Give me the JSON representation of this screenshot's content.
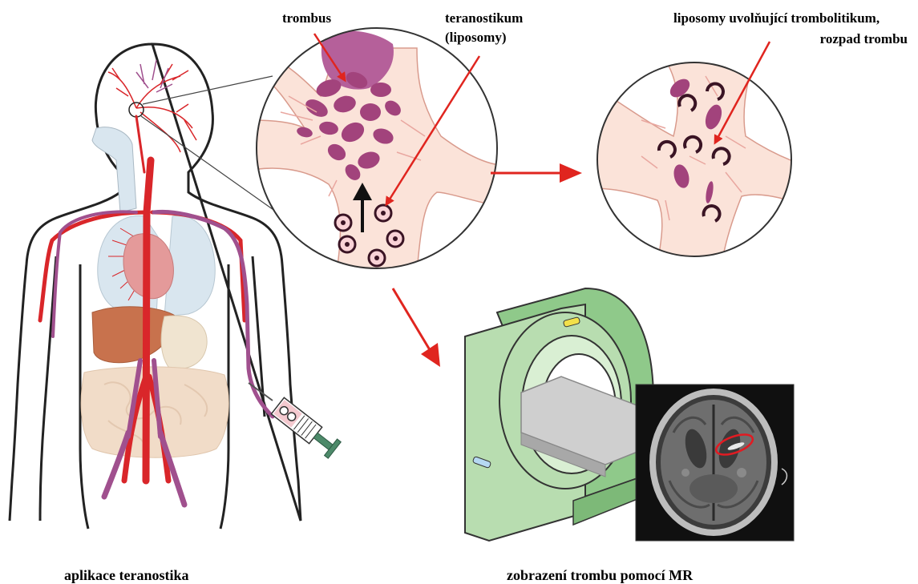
{
  "labels": {
    "trombus": "trombus",
    "teranostikum_line1": "teranostikum",
    "teranostikum_line2": "(liposomy)",
    "release_line1": "liposomy uvolňující trombolitikum,",
    "release_line2": "rozpad trombu",
    "left_caption": "aplikace teranostika",
    "right_caption": "zobrazení trombu pomocí MR"
  },
  "colors": {
    "arrow": "#e0251f",
    "artery": "#d9262a",
    "vein": "#a0508e",
    "lung": "#d9e6ef",
    "heart": "#e49a9a",
    "liver": "#c8724d",
    "intestine": "#f1dcc8",
    "clot": "#a2437c",
    "vessel_fill": "#fbe3d9",
    "scanner": "#b8ddb0",
    "scanner_light": "#d9efd3",
    "mri_highlight": "#e11b22"
  }
}
